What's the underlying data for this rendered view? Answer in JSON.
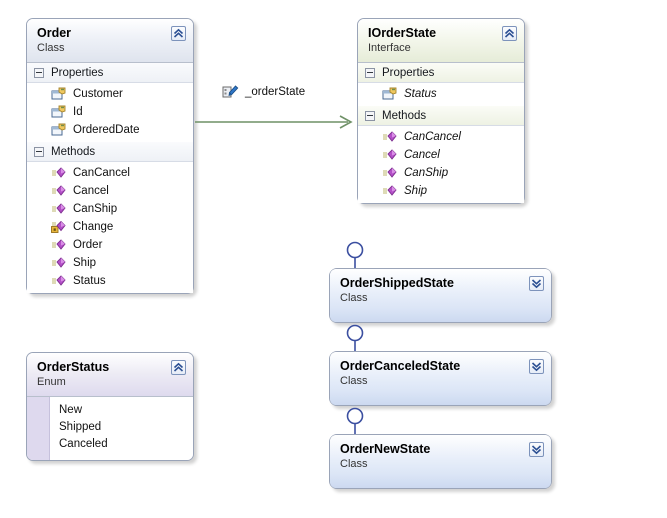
{
  "diagram": {
    "kind": "uml-class-diagram",
    "background": "#ffffff",
    "colors": {
      "class_header": "#dfe4ee",
      "interface_header": "#e6ecd8",
      "enum_header": "#dedaee",
      "collapsed_header": "#ccd9f0",
      "border": "#9aa4b8",
      "association_line": "#6f9167",
      "lollipop": "#3b4fa0",
      "method_icon": "#b44fc8",
      "property_icon": "#d9a53b",
      "field_icon": "#2f77c9",
      "lock_icon": "#e2b33c"
    }
  },
  "nodes": {
    "order": {
      "title": "Order",
      "stereotype": "Class",
      "toggle_icon": "chevron-up-icon",
      "compartments": [
        {
          "name": "Properties",
          "toggle_icon": "minus-box-icon",
          "members": [
            {
              "label": "Customer",
              "icon": "property-icon",
              "italic": false
            },
            {
              "label": "Id",
              "icon": "property-icon",
              "italic": false
            },
            {
              "label": "OrderedDate",
              "icon": "property-icon",
              "italic": false
            }
          ]
        },
        {
          "name": "Methods",
          "toggle_icon": "minus-box-icon",
          "members": [
            {
              "label": "CanCancel",
              "icon": "method-icon",
              "italic": false
            },
            {
              "label": "Cancel",
              "icon": "method-icon",
              "italic": false
            },
            {
              "label": "CanShip",
              "icon": "method-icon",
              "italic": false
            },
            {
              "label": "Change",
              "icon": "method-protected-icon",
              "italic": false
            },
            {
              "label": "Order",
              "icon": "method-icon",
              "italic": false
            },
            {
              "label": "Ship",
              "icon": "method-icon",
              "italic": false
            },
            {
              "label": "Status",
              "icon": "method-icon",
              "italic": false
            }
          ]
        }
      ]
    },
    "iorderstate": {
      "title": "IOrderState",
      "stereotype": "Interface",
      "toggle_icon": "chevron-up-icon",
      "compartments": [
        {
          "name": "Properties",
          "toggle_icon": "minus-box-icon",
          "members": [
            {
              "label": "Status",
              "icon": "property-icon",
              "italic": true
            }
          ]
        },
        {
          "name": "Methods",
          "toggle_icon": "minus-box-icon",
          "members": [
            {
              "label": "CanCancel",
              "icon": "method-icon",
              "italic": true
            },
            {
              "label": "Cancel",
              "icon": "method-icon",
              "italic": true
            },
            {
              "label": "CanShip",
              "icon": "method-icon",
              "italic": true
            },
            {
              "label": "Ship",
              "icon": "method-icon",
              "italic": true
            }
          ]
        }
      ]
    },
    "orderstatus": {
      "title": "OrderStatus",
      "stereotype": "Enum",
      "toggle_icon": "chevron-up-icon",
      "values": [
        "New",
        "Shipped",
        "Canceled"
      ]
    },
    "ordershippedstate": {
      "title": "OrderShippedState",
      "stereotype": "Class",
      "toggle_icon": "chevron-down-icon"
    },
    "ordercanceledstate": {
      "title": "OrderCanceledState",
      "stereotype": "Class",
      "toggle_icon": "chevron-down-icon"
    },
    "ordernewstate": {
      "title": "OrderNewState",
      "stereotype": "Class",
      "toggle_icon": "chevron-down-icon"
    }
  },
  "connectors": {
    "order_to_iorderstate": {
      "label": "_orderState",
      "icon": "field-icon",
      "type": "association",
      "arrow": "open-arrow",
      "from": "Order",
      "to": "IOrderState"
    }
  }
}
